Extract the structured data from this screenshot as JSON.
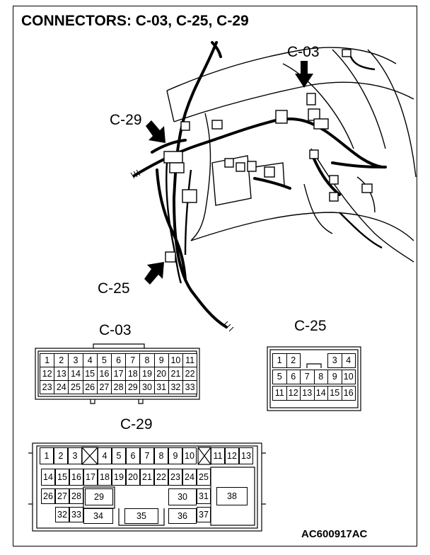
{
  "title": "CONNECTORS: C-03, C-25, C-29",
  "callouts": {
    "c03_top": "C-03",
    "c29_left": "C-29",
    "c25_left": "C-25"
  },
  "connectors": {
    "c03": {
      "label": "C-03",
      "rows": [
        [
          "1",
          "2",
          "3",
          "4",
          "5",
          "6",
          "7",
          "8",
          "9",
          "10",
          "11"
        ],
        [
          "12",
          "13",
          "14",
          "15",
          "16",
          "17",
          "18",
          "19",
          "20",
          "21",
          "22"
        ],
        [
          "23",
          "24",
          "25",
          "26",
          "27",
          "28",
          "29",
          "30",
          "31",
          "32",
          "33"
        ]
      ]
    },
    "c25": {
      "label": "C-25",
      "rows": [
        [
          "1",
          "2",
          "",
          "",
          "3",
          "4"
        ],
        [
          "5",
          "6",
          "7",
          "8",
          "9",
          "10"
        ],
        [
          "11",
          "12",
          "13",
          "14",
          "15",
          "16"
        ]
      ]
    },
    "c29": {
      "label": "C-29",
      "pins": [
        "1",
        "2",
        "3",
        "4",
        "5",
        "6",
        "7",
        "8",
        "9",
        "10",
        "11",
        "12",
        "13",
        "14",
        "15",
        "16",
        "17",
        "18",
        "19",
        "20",
        "21",
        "22",
        "23",
        "24",
        "25",
        "26",
        "27",
        "28",
        "29",
        "30",
        "31",
        "32",
        "33",
        "34",
        "35",
        "36",
        "37",
        "38"
      ]
    }
  },
  "figure_id": "AC600917AC"
}
